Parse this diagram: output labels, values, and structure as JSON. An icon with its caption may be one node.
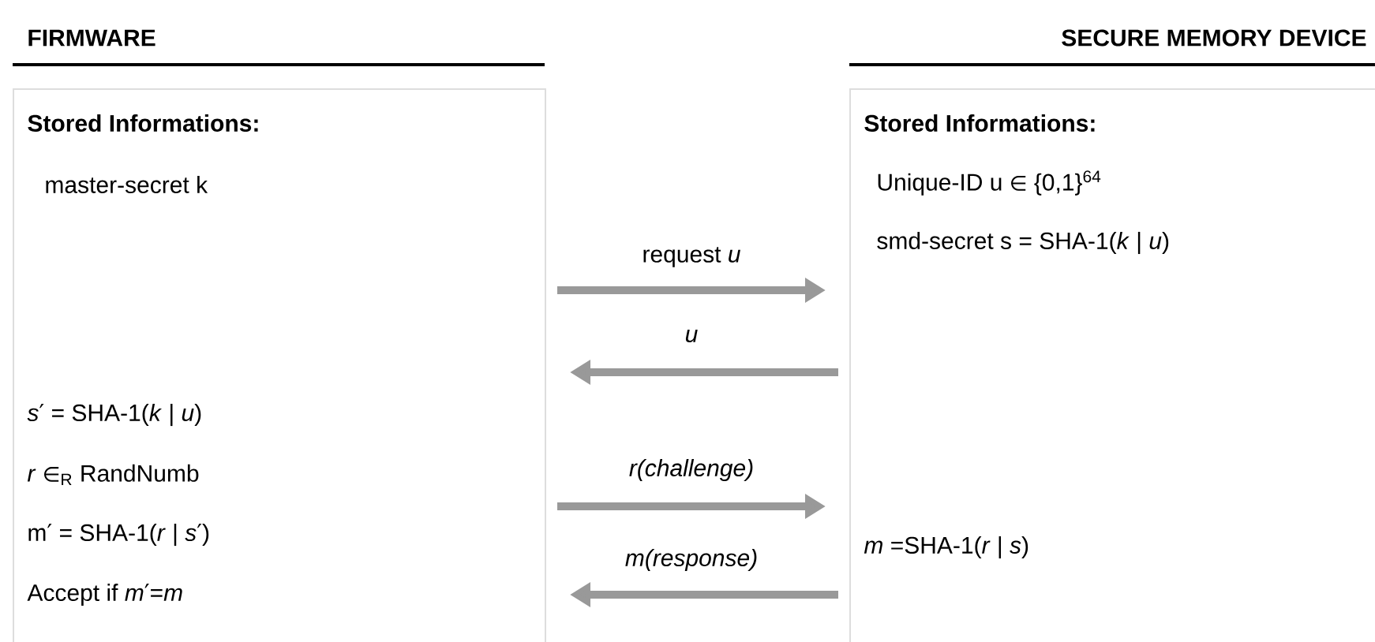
{
  "diagram": {
    "nodes": [
      {
        "text": [
          "FIRMWARE",
          "Stored Informations:",
          "master-secret k",
          "*s*′ = SHA-1(*k* | *u*)",
          "*r* ∈$_{R}$ RandNumb",
          "m′ = SHA-1(*r* | *s*′)",
          "Accept if *m*′=*m*"
        ]
      },
      {
        "text": [
          "SECURE MEMORY DEVICE",
          "Stored Informations:",
          "Unique-ID u ∈ {0,1}$^{64}$",
          "smd-secret s = SHA-1(*k* | *u*)",
          "*m* =SHA-1(*r* | *s*)"
        ]
      }
    ],
    "edges": [
      {
        "from": 0,
        "to": 1,
        "arrow": "to",
        "label": "request *u*"
      },
      {
        "from": 1,
        "to": 0,
        "arrow": "to",
        "label": "*u*"
      },
      {
        "from": 0,
        "to": 1,
        "arrow": "to",
        "label": "r(challenge)"
      },
      {
        "from": 1,
        "to": 0,
        "arrow": "to",
        "label": "m(response)"
      }
    ]
  }
}
